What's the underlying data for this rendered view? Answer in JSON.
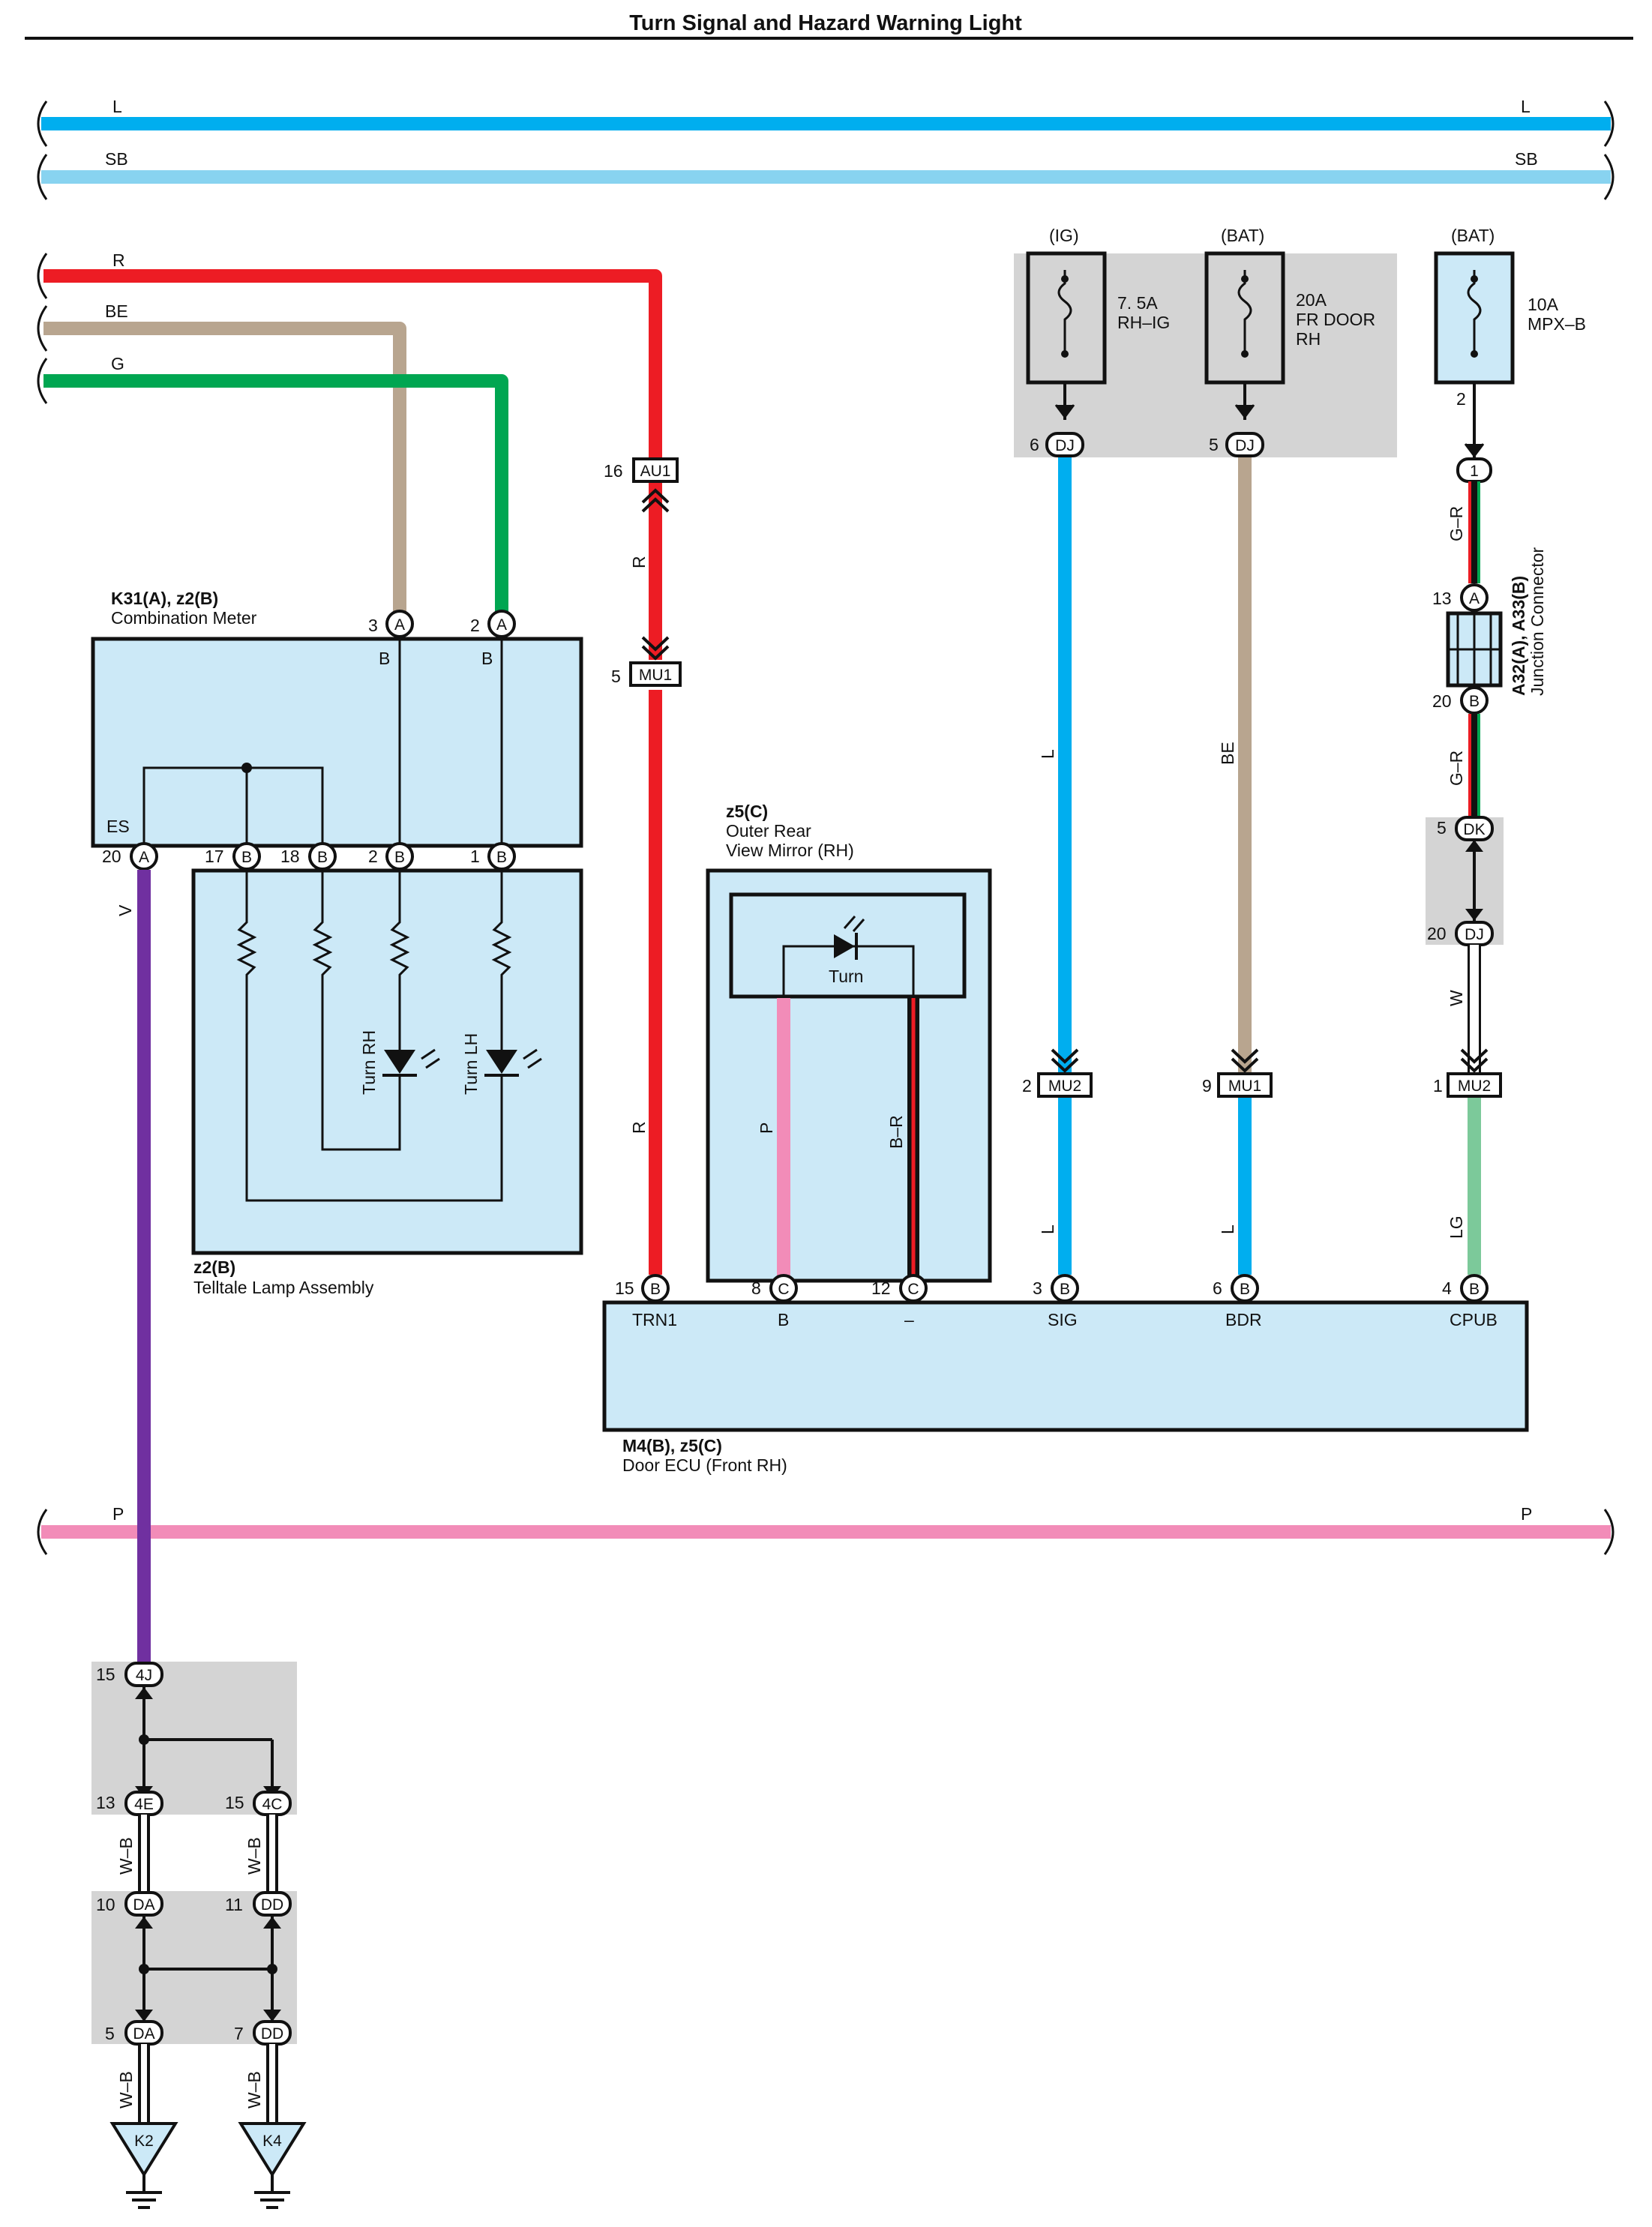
{
  "title": "Turn Signal and Hazard Warning Light",
  "colors": {
    "L": "#00aeef",
    "SB": "#88d3f0",
    "R": "#ed1c24",
    "BE": "#b8a58f",
    "G": "#00a651",
    "V": "#7030a0",
    "P": "#f28cb8",
    "LG": "#7cc99a",
    "W": "#ffffff",
    "component_fill": "#cce9f7",
    "fuse_box_fill": "#d4d4d4"
  },
  "buses": {
    "l": {
      "left": "L",
      "right": "L"
    },
    "sb": {
      "left": "SB",
      "right": "SB"
    },
    "p": {
      "left": "P",
      "right": "P"
    }
  },
  "wires_left": {
    "r": "R",
    "be": "BE",
    "g": "G"
  },
  "combination_meter": {
    "id": "K31(A), z2(B)",
    "name": "Combination Meter",
    "pin3": "3",
    "pin3_conn": "A",
    "pin3_label": "B",
    "pin2": "2",
    "pin2_conn": "A",
    "pin2_label": "B",
    "es_label": "ES",
    "bottom_pins": [
      {
        "num": "20",
        "conn": "A"
      },
      {
        "num": "17",
        "conn": "B"
      },
      {
        "num": "18",
        "conn": "B"
      },
      {
        "num": "2",
        "conn": "B"
      },
      {
        "num": "1",
        "conn": "B"
      }
    ]
  },
  "telltale": {
    "id": "z2(B)",
    "name": "Telltale Lamp Assembly",
    "turn_rh": "Turn RH",
    "turn_lh": "Turn LH"
  },
  "wire_v": "V",
  "au1": {
    "num": "16",
    "code": "AU1"
  },
  "mu1_red": {
    "num": "5",
    "code": "MU1"
  },
  "red_labels": [
    "R",
    "R"
  ],
  "mirror": {
    "id": "z5(C)",
    "name_line1": "Outer Rear",
    "name_line2": "View Mirror (RH)",
    "turn": "Turn",
    "wire_p": "P",
    "wire_br": "B–R"
  },
  "fuses": {
    "ig": {
      "header": "(IG)",
      "rating": "7. 5A",
      "name": "RH–IG",
      "pin": "6",
      "conn": "DJ"
    },
    "bat1": {
      "header": "(BAT)",
      "rating": "20A",
      "name1": "FR DOOR",
      "name2": "RH",
      "pin": "5",
      "conn": "DJ"
    },
    "bat2": {
      "header": "(BAT)",
      "rating": "10A",
      "name": "MPX–B",
      "pin": "2"
    }
  },
  "junction": {
    "id": "A32(A), A33(B)",
    "name": "Junction Connector",
    "top_conn": "1",
    "pinA": "13",
    "connA": "A",
    "pinB": "20",
    "connB": "B",
    "wire_gr_1": "G–R",
    "wire_gr_2": "G–R"
  },
  "dk": {
    "num": "5",
    "code": "DK"
  },
  "dj20": {
    "num": "20",
    "code": "DJ"
  },
  "wire_w": "W",
  "column_labels": {
    "l1": "L",
    "be": "BE",
    "l2": "L",
    "l3": "L",
    "lg": "LG"
  },
  "mu_connectors": [
    {
      "num": "2",
      "code": "MU2"
    },
    {
      "num": "9",
      "code": "MU1"
    },
    {
      "num": "1",
      "code": "MU2"
    }
  ],
  "door_ecu": {
    "id": "M4(B), z5(C)",
    "name": "Door ECU (Front RH)",
    "pins": [
      {
        "num": "15",
        "conn": "B",
        "label": "TRN1"
      },
      {
        "num": "8",
        "conn": "C",
        "label": "B"
      },
      {
        "num": "12",
        "conn": "C",
        "label": "–"
      },
      {
        "num": "3",
        "conn": "B",
        "label": "SIG"
      },
      {
        "num": "6",
        "conn": "B",
        "label": "BDR"
      },
      {
        "num": "4",
        "conn": "B",
        "label": "CPUB"
      }
    ]
  },
  "ground_tree": {
    "c4j": {
      "num": "15",
      "code": "4J"
    },
    "c4e": {
      "num": "13",
      "code": "4E"
    },
    "c4c": {
      "num": "15",
      "code": "4C"
    },
    "da10": {
      "num": "10",
      "code": "DA"
    },
    "dd11": {
      "num": "11",
      "code": "DD"
    },
    "da5": {
      "num": "5",
      "code": "DA"
    },
    "dd7": {
      "num": "7",
      "code": "DD"
    },
    "wb": [
      "W–B",
      "W–B",
      "W–B",
      "W–B"
    ],
    "grounds": [
      "K2",
      "K4"
    ]
  }
}
